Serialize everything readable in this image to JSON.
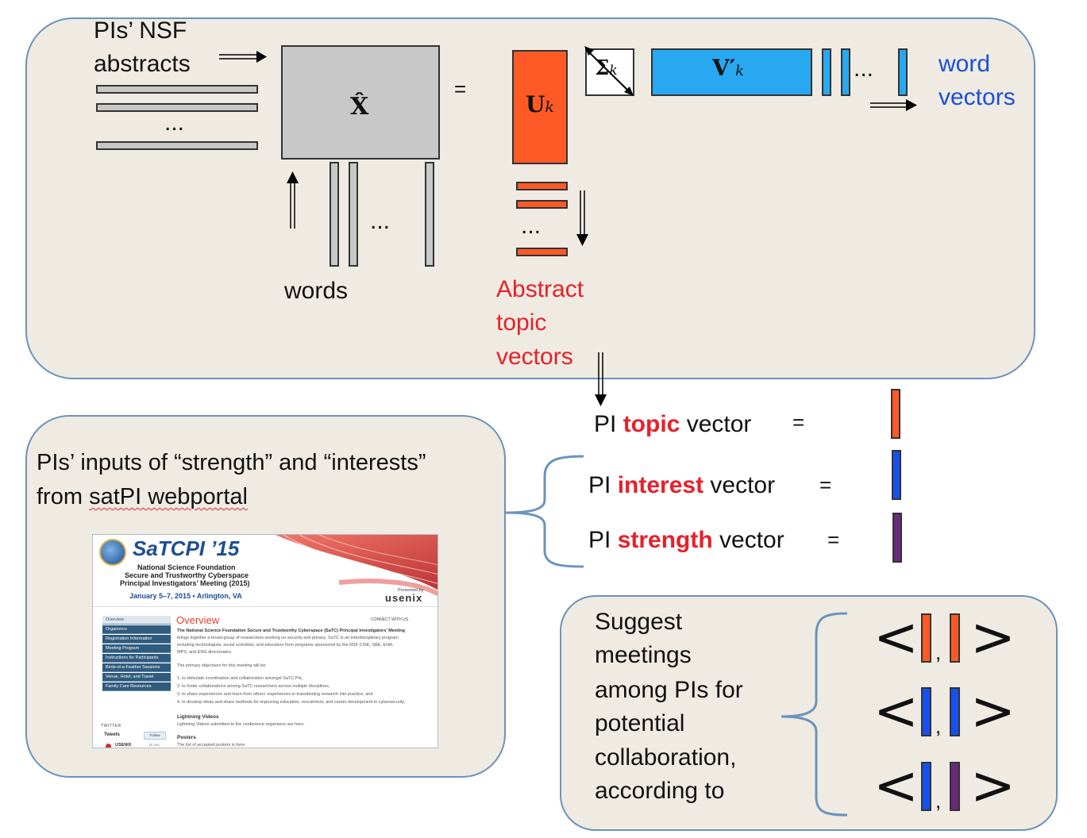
{
  "top_panel": {
    "abstracts_label_line1": "PIs’ NSF",
    "abstracts_label_line2": "abstracts",
    "ellipsis": "...",
    "matrix_label": "X̂",
    "equals": "=",
    "u_label": "U",
    "u_sub": "k",
    "sigma_label": "Σ",
    "sigma_sub": "k",
    "v_label": "V′",
    "v_sub": "k",
    "word_vectors_line1": "word",
    "word_vectors_line2": "vectors",
    "words_label": "words",
    "abstract_topic_line1": "Abstract",
    "abstract_topic_line2": "topic",
    "abstract_topic_line3": "vectors"
  },
  "pi_vectors": {
    "topic": {
      "prefix": "PI ",
      "keyword": "topic",
      "suffix": " vector",
      "equals": "=",
      "color": "#ff5a26"
    },
    "interest": {
      "prefix": "PI ",
      "keyword": "interest",
      "suffix": " vector",
      "equals": "=",
      "color": "#1650f0"
    },
    "strength": {
      "prefix": "PI ",
      "keyword": "strength",
      "suffix": " vector",
      "equals": "=",
      "color": "#6b2a7a"
    }
  },
  "inputs_panel": {
    "line1": "PIs’ inputs of “strength” and “interests”",
    "line2_prefix": " from  ",
    "line2_link": "satPI webportal"
  },
  "portal": {
    "title": "SaTCPI ’15",
    "org_line1": "National Science Foundation",
    "org_line2": "Secure and Trustworthy Cyberspace",
    "org_line3": "Principal Investigators’ Meeting (2015)",
    "date_line": "January 5–7, 2015 • Arlington, VA",
    "presented_by": "Presented by",
    "presenter": "usenix",
    "nav_items": [
      "Overview",
      "Organizers",
      "Registration Information",
      "Meeting Program",
      "Instructions for Participants",
      "Birds-of-a-Feather Sessions",
      "Venue, Hotel, and Travel",
      "Family Care Resources"
    ],
    "heading": "Overview",
    "connect": "CONNECT WITH US",
    "intro_bold": "The National Science Foundation Secure and Trustworthy Cyberspace (SaTC) Principal Investigators’ Meeting",
    "intro_lines": [
      "brings together a broad group of researchers working on security and privacy. SaTC is an interdisciplinary program",
      "including technologists, social scientists, and educators from programs sponsored by the NSF CISE, SBE, EHR,",
      "MPS, and ENG directorates."
    ],
    "objectives_intro": "The primary objectives for this meeting will be:",
    "objectives": [
      "1.  to stimulate coordination and collaboration amongst SaTC PIs,",
      "2.  to foster collaborations among SaTC researchers across multiple disciplines,",
      "3.  to share experiences and learn from others’ experiences in transitioning research into practice, and",
      "4.  to develop ideas and share methods for improving education, recruitment, and career development in cybersecurity."
    ],
    "lightning_heading": "Lightning Videos",
    "lightning_text": "Lightning Videos submitted to the conference organizers are here.",
    "posters_heading": "Posters",
    "posters_text": "The list of accepted posters is here.",
    "twitter_label": "TWITTER",
    "tweets_label": "Tweets",
    "follow_label": "Follow",
    "tweet_user": "USENIX",
    "tweet_time": "15 Jan"
  },
  "suggest_panel": {
    "lines": [
      "Suggest",
      "meetings",
      "among PIs for",
      "potential",
      "collaboration,",
      "according to"
    ]
  },
  "pairs": [
    {
      "left_color": "#ff5a26",
      "right_color": "#ff5a26"
    },
    {
      "left_color": "#1650f0",
      "right_color": "#1650f0"
    },
    {
      "left_color": "#1650f0",
      "right_color": "#6b2a7a"
    }
  ],
  "pair_symbols": {
    "open": "<",
    "comma": ",",
    "close": ">"
  }
}
